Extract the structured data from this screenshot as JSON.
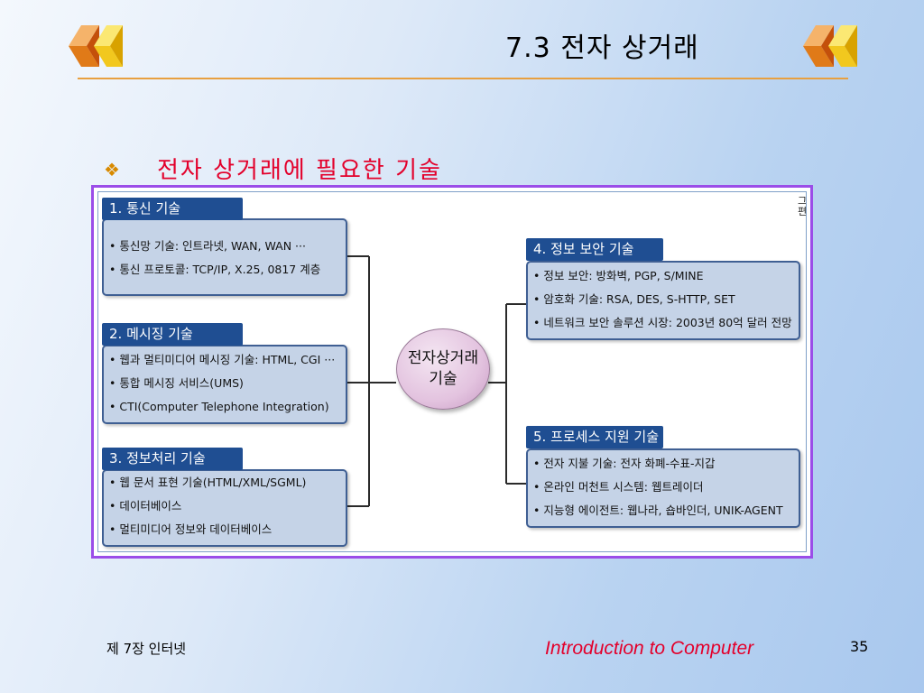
{
  "slide": {
    "title": "7.3 전자 상거래",
    "heading": "전자 상거래에 필요한 기술",
    "bullet_glyph": "❖"
  },
  "diagram": {
    "center": {
      "line1": "전자상거래",
      "line2": "기술"
    },
    "corner_fragment": {
      "line1": "그",
      "line2": "편"
    },
    "boxes": [
      {
        "title": "1. 통신 기술",
        "items": [
          "• 통신망 기술: 인트라넷, WAN, WAN ···",
          "• 통신 프로토콜: TCP/IP, X.25, 0817 계층"
        ]
      },
      {
        "title": "2. 메시징 기술",
        "items": [
          "• 웹과 멀티미디어 메시징 기술: HTML, CGI ···",
          "• 통합 메시징 서비스(UMS)",
          "• CTI(Computer Telephone Integration)"
        ]
      },
      {
        "title": "3. 정보처리 기술",
        "items": [
          "• 웹 문서 표현 기술(HTML/XML/SGML)",
          "• 데이터베이스",
          "• 멀티미디어 정보와 데이터베이스"
        ]
      },
      {
        "title": "4. 정보 보안 기술",
        "items": [
          "• 정보 보안: 방화벽, PGP, S/MINE",
          "• 암호화 기술: RSA, DES, S-HTTP, SET",
          "• 네트워크 보안 솔루션 시장: 2003년 80억 달러 전망"
        ]
      },
      {
        "title": "5. 프로세스 지원 기술",
        "items": [
          "• 전자 지불 기술: 전자 화폐-수표-지갑",
          "• 온라인 머천트 시스템: 웹트레이더",
          "• 지능형 에이전트: 웹나라, 숍바인더, UNIK-AGENT"
        ]
      }
    ]
  },
  "footer": {
    "chapter": "제 7장 인터넷",
    "course": "Introduction to Computer",
    "page": "35"
  },
  "colors": {
    "title_rule": "#e8a040",
    "heading": "#e3002b",
    "frame": "#9b4de8",
    "box_header": "#1f4e92",
    "box_body": "#c5d3e7"
  }
}
